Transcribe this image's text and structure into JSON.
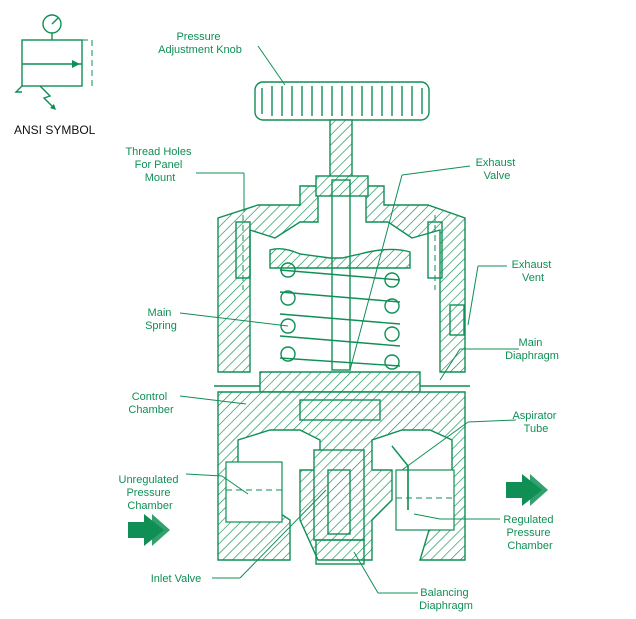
{
  "colors": {
    "accent": "#0f8f55",
    "background": "#ffffff",
    "symbol_text": "#111111"
  },
  "symbol": {
    "caption": "ANSI SYMBOL",
    "icon": "gauge-icon"
  },
  "labels": {
    "knob": [
      "Pressure",
      "Adjustment Knob"
    ],
    "thread": [
      "Thread Holes",
      "For Panel",
      "Mount"
    ],
    "exhaust_valve": [
      "Exhaust",
      "Valve"
    ],
    "exhaust_vent": [
      "Exhaust",
      "Vent"
    ],
    "main_spring": [
      "Main",
      "Spring"
    ],
    "main_diaphragm": [
      "Main",
      "Diaphragm"
    ],
    "control_chamber": [
      "Control",
      "Chamber"
    ],
    "aspirator_tube": [
      "Aspirator",
      "Tube"
    ],
    "unregulated": [
      "Unregulated",
      "Pressure",
      "Chamber"
    ],
    "regulated": [
      "Regulated",
      "Pressure",
      "Chamber"
    ],
    "inlet_valve": [
      "Inlet Valve"
    ],
    "balancing": [
      "Balancing",
      "Diaphragm"
    ]
  },
  "flow_arrows": {
    "inlet": "arrow-right-icon",
    "outlet": "arrow-right-icon"
  }
}
